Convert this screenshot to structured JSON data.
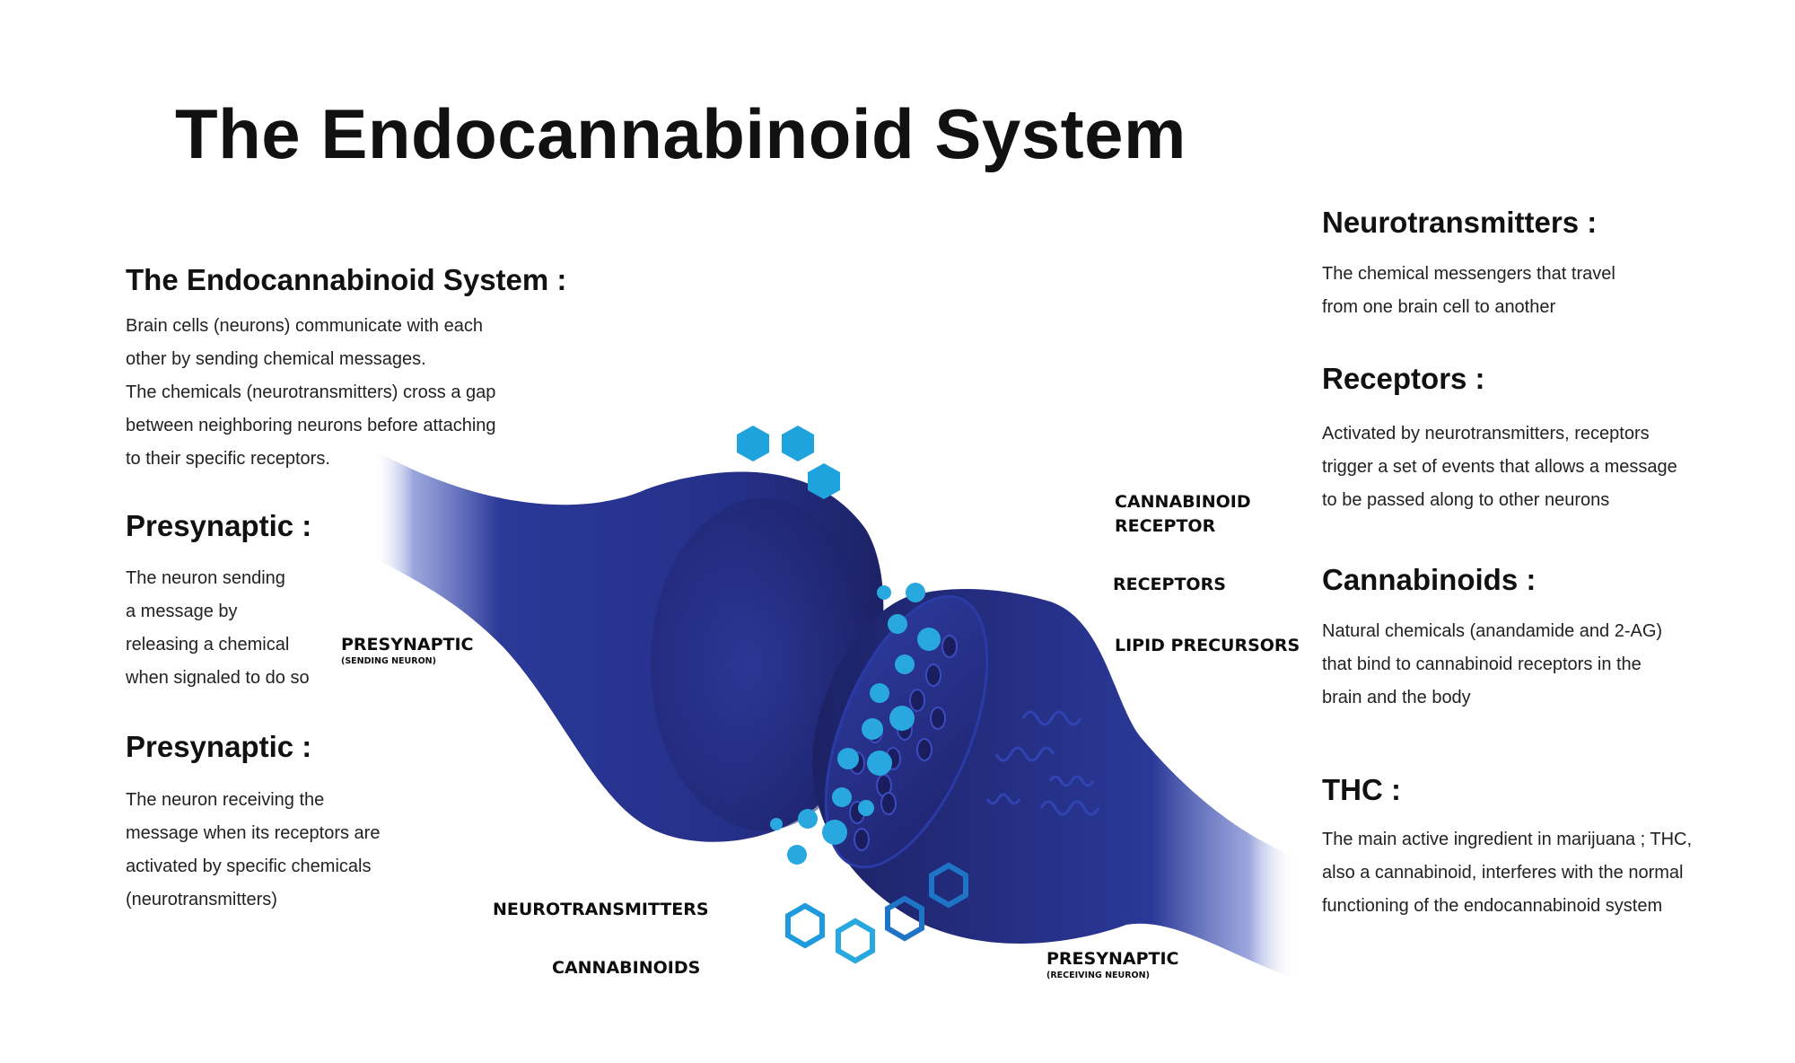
{
  "main_title": "The Endocannabinoid System",
  "left_sections": [
    {
      "heading": "The Endocannabinoid System :",
      "lines": [
        "Brain cells (neurons) communicate with each",
        "other by sending chemical messages.",
        "The chemicals (neurotransmitters) cross a gap",
        "between neighboring neurons before attaching",
        "to their specific receptors."
      ]
    },
    {
      "heading": "Presynaptic :",
      "lines": [
        "The neuron sending",
        "a message by",
        "releasing a chemical",
        "when signaled to do so"
      ]
    },
    {
      "heading": "Presynaptic :",
      "lines": [
        "The neuron  receiving the",
        "message when its receptors are",
        "activated by specific chemicals",
        "(neurotransmitters)"
      ]
    }
  ],
  "right_sections": [
    {
      "heading": "Neurotransmitters :",
      "lines": [
        "The chemical messengers that travel",
        "from one brain cell to another"
      ]
    },
    {
      "heading": "Receptors :",
      "lines": [
        "Activated by neurotransmitters, receptors",
        "trigger a set of events that allows a message",
        "to be passed along to other neurons"
      ]
    },
    {
      "heading": "Cannabinoids :",
      "lines": [
        "Natural chemicals (anandamide and 2-AG)",
        "that bind to cannabinoid receptors in the",
        "brain and the body"
      ]
    },
    {
      "heading": "THC :",
      "lines": [
        "The main active ingredient in marijuana ; THC,",
        "also a cannabinoid, interferes with the normal",
        "functioning of the endocannabinoid system"
      ]
    }
  ],
  "diagram_labels": {
    "presynaptic_sending": "PRESYNAPTIC",
    "presynaptic_sending_sub": "(SENDING NEURON)",
    "presynaptic_receiving": "PRESYNAPTIC",
    "presynaptic_receiving_sub": "(RECEIVING NEURON)",
    "cannabinoid_receptor_line1": "CANNABINOID",
    "cannabinoid_receptor_line2": "RECEPTOR",
    "receptors": "RECEPTORS",
    "lipid_precursors": "LIPID PRECURSORS",
    "neurotransmitters": "NEUROTRANSMITTERS",
    "cannabinoids": "CANNABINOIDS"
  },
  "colors": {
    "neuron_dark": "#1c1f6e",
    "neuron_mid": "#283593",
    "accent_blue": "#29a8e0",
    "hexagon_solid": "#1ea3dd",
    "hexagon_outline": "#1e8fd0"
  }
}
